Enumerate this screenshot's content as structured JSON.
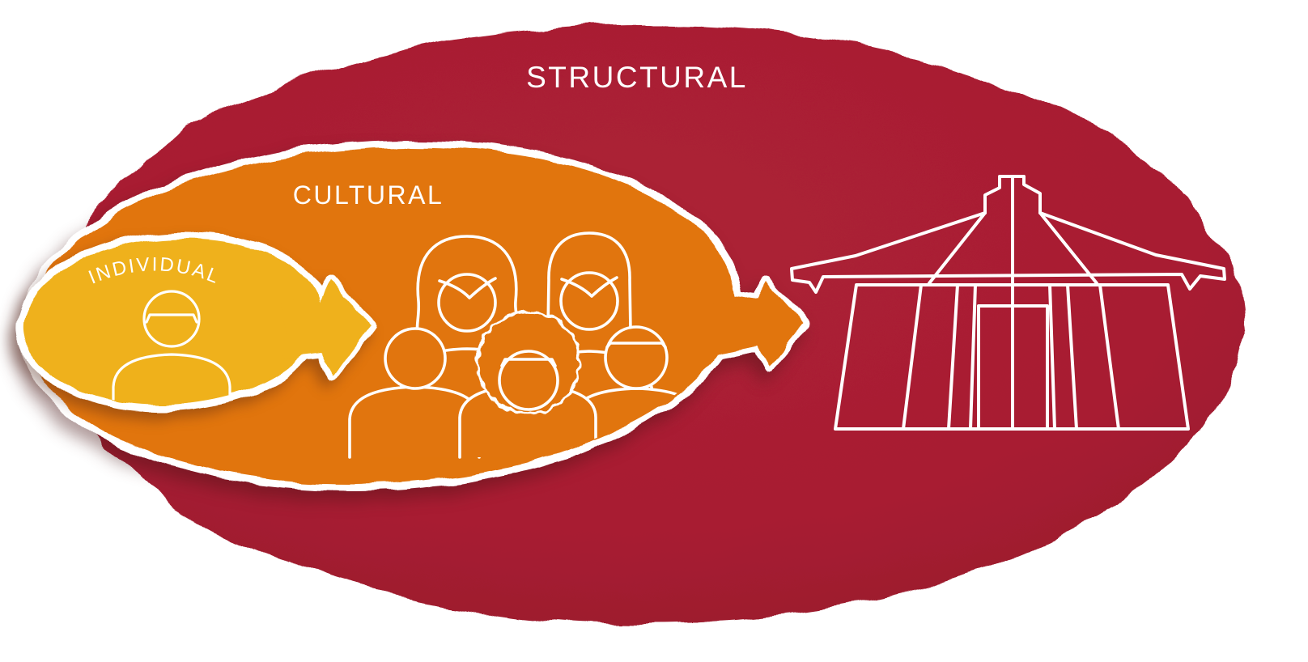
{
  "diagram": {
    "type": "nested-levels",
    "levels": [
      {
        "label": "INDIVIDUAL",
        "color": "#EFB11B",
        "icon": "person-icon"
      },
      {
        "label": "CULTURAL",
        "color": "#E1750E",
        "icon": "people-group-icon"
      },
      {
        "label": "STRUCTURAL",
        "color": "#A81E32",
        "icon": "building-icon"
      }
    ]
  },
  "labels": {
    "structural": "STRUCTURAL",
    "cultural": "CULTURAL",
    "individual": "INDIVIDUAL"
  },
  "colors": {
    "structural_red": "#A81E32",
    "structural_red_light": "#AC2136",
    "structural_red_dark": "#951A2B",
    "cultural_orange": "#E1750E",
    "individual_yellow": "#EFB11B",
    "outline_white": "#FFFFFF",
    "background": "#FFFFFF"
  }
}
